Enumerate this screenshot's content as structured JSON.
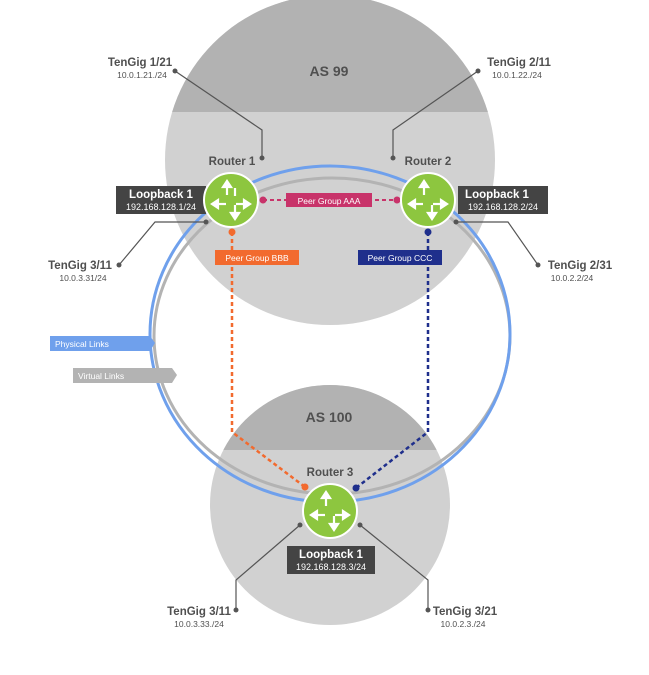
{
  "as_top": {
    "label": "AS 99"
  },
  "as_bottom": {
    "label": "AS 100"
  },
  "routers": [
    {
      "label": "Router 1",
      "loopback_title": "Loopback 1",
      "loopback_ip": "192.168.128.1/24"
    },
    {
      "label": "Router 2",
      "loopback_title": "Loopback 1",
      "loopback_ip": "192.168.128.2/24"
    },
    {
      "label": "Router 3",
      "loopback_title": "Loopback 1",
      "loopback_ip": "192.168.128.3/24"
    }
  ],
  "interfaces": [
    {
      "name": "TenGig 1/21",
      "ip": "10.0.1.21./24"
    },
    {
      "name": "TenGig 2/11",
      "ip": "10.0.1.22./24"
    },
    {
      "name": "TenGig 3/11",
      "ip": "10.0.3.31/24"
    },
    {
      "name": "TenGig 2/31",
      "ip": "10.0.2.2/24"
    },
    {
      "name": "TenGig 3/11",
      "ip": "10.0.3.33./24"
    },
    {
      "name": "TenGig 3/21",
      "ip": "10.0.2.3./24"
    }
  ],
  "peer_groups": {
    "aaa": {
      "label": "Peer Group AAA",
      "color": "#c8336a"
    },
    "bbb": {
      "label": "Peer Group BBB",
      "color": "#f26a2e"
    },
    "ccc": {
      "label": "Peer Group CCC",
      "color": "#1f2f8c"
    }
  },
  "legend": {
    "physical": {
      "label": "Physical Links",
      "color": "#6fa0ec"
    },
    "virtual": {
      "label": "Virtual Links",
      "color": "#b3b3b3"
    }
  },
  "colors": {
    "as_region": "#d1d1d1",
    "as_header": "#b2b2b2",
    "router_fill": "#8dc63f",
    "loopback_box": "#444444",
    "line": "#555555"
  }
}
